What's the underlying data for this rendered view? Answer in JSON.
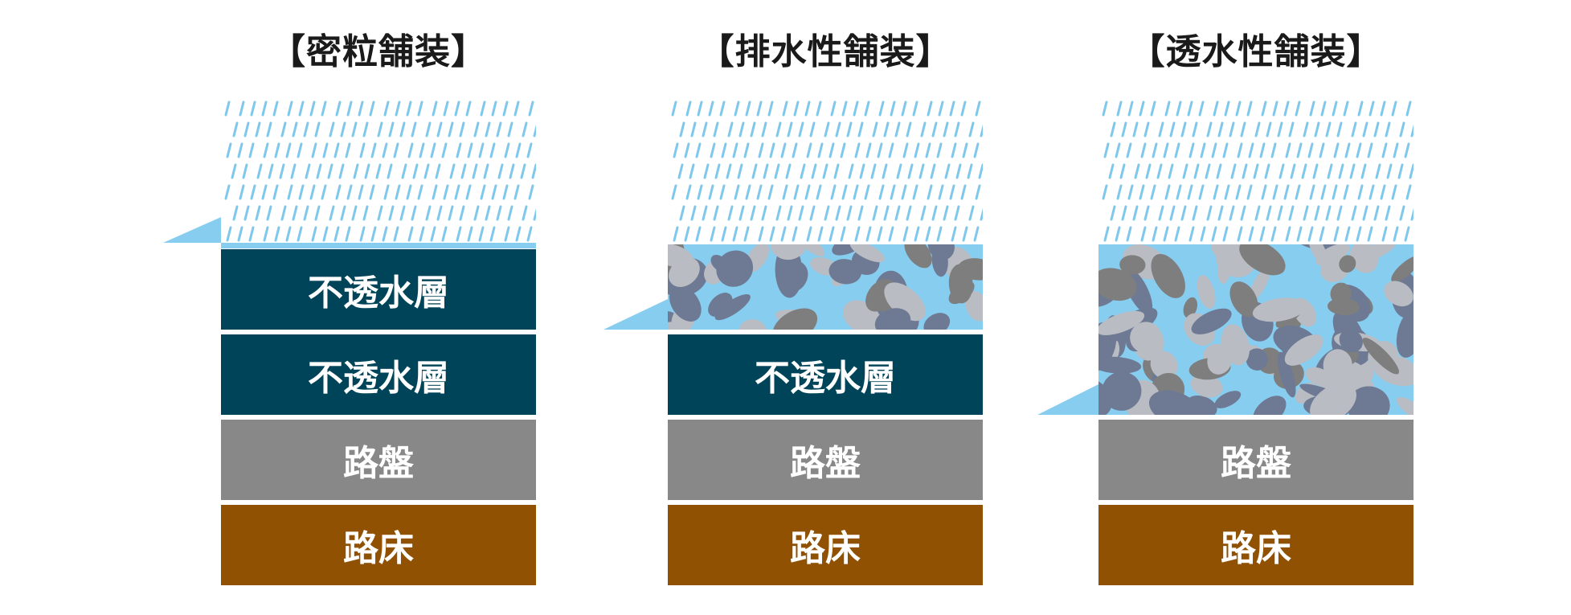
{
  "columns": [
    {
      "title": "【密粒舗装】",
      "layers": [
        {
          "type": "impermeable",
          "label": "不透水層"
        },
        {
          "type": "impermeable",
          "label": "不透水層"
        },
        {
          "type": "subbase",
          "label": "路盤"
        },
        {
          "type": "subgrade",
          "label": "路床"
        }
      ]
    },
    {
      "title": "【排水性舗装】",
      "layers": [
        {
          "type": "porous",
          "label": ""
        },
        {
          "type": "impermeable",
          "label": "不透水層"
        },
        {
          "type": "subbase",
          "label": "路盤"
        },
        {
          "type": "subgrade",
          "label": "路床"
        }
      ]
    },
    {
      "title": "【透水性舗装】",
      "layers": [
        {
          "type": "porous",
          "label": ""
        },
        {
          "type": "porous",
          "label": ""
        },
        {
          "type": "subbase",
          "label": "路盤"
        },
        {
          "type": "subgrade",
          "label": "路床"
        }
      ]
    }
  ],
  "colors": {
    "rain": "#7fc8ec",
    "water": "#87cdf0",
    "impermeable": "#004459",
    "subbase": "#888888",
    "subgrade": "#915102",
    "stone_dark": "#6e7a94",
    "stone_gray": "#7e7e7e",
    "stone_light": "#b9bcc2"
  }
}
